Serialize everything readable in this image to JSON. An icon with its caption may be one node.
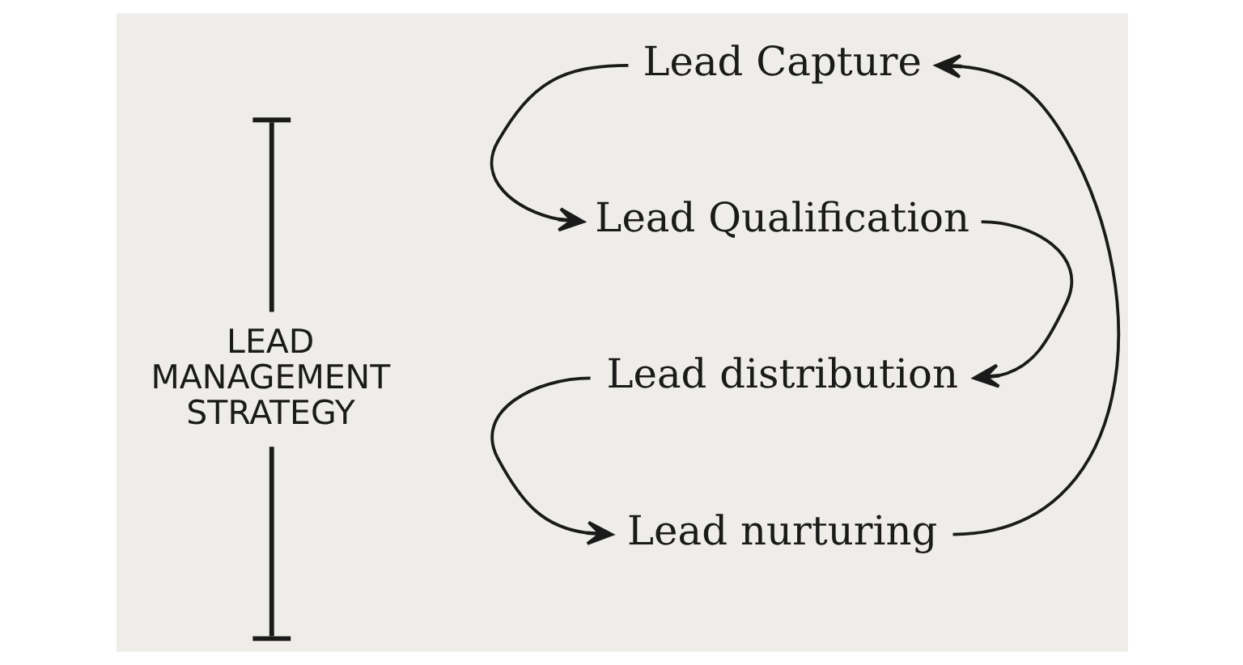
{
  "diagram": {
    "nodes": [
      {
        "text": [
          "Lead Capture"
        ]
      },
      {
        "text": [
          "Lead Qualification"
        ]
      },
      {
        "text": [
          "Lead distribution"
        ]
      },
      {
        "text": [
          "Lead nurturing"
        ]
      }
    ],
    "edges": [
      {
        "from": 0,
        "to": 1,
        "arrow": "to"
      },
      {
        "from": 1,
        "to": 2,
        "arrow": "to"
      },
      {
        "from": 2,
        "to": 3,
        "arrow": "to"
      },
      {
        "from": 3,
        "to": 0,
        "arrow": "to"
      }
    ],
    "labels": [
      "LEAD MANAGEMENT STRATEGY"
    ]
  }
}
